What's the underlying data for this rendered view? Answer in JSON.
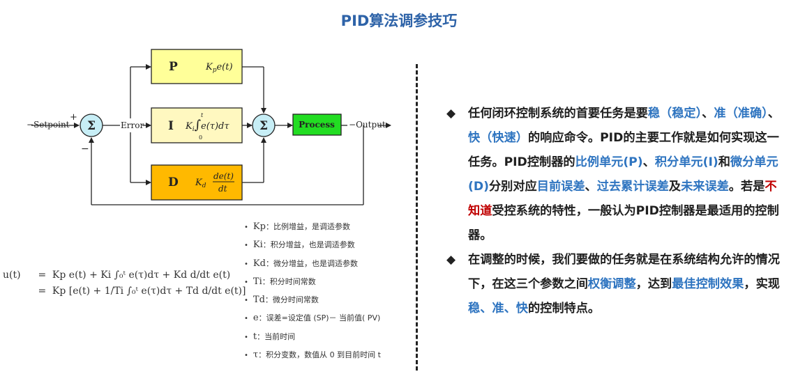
{
  "title": "PID算法调参技巧",
  "diagram": {
    "setpoint": "Setpoint",
    "plus": "+",
    "minus": "−",
    "sigma": "Σ",
    "error": "Error",
    "p": {
      "label": "P",
      "formula": "K"
    },
    "i": {
      "label": "I"
    },
    "d": {
      "label": "D"
    },
    "process": "Process",
    "output": "Output",
    "colors": {
      "p_block": "#ffff99",
      "i_block": "#fff8c0",
      "d_block": "#ffb900",
      "process": "#22dd22",
      "sum": "#c7eef6"
    }
  },
  "formula": {
    "lhs": "u(t)",
    "eq": "=",
    "line1": "Kp e(t) + Ki ∫₀ᵗ e(τ)dτ + Kd d/dt e(t)",
    "line2": "Kp [e(t) + 1/Ti ∫₀ᵗ e(τ)dτ + Td d/dt e(t)]"
  },
  "params": [
    {
      "sym": "Kp",
      "desc": "：比例增益，是调适参数"
    },
    {
      "sym": "Ki",
      "desc": "：积分增益，也是调适参数"
    },
    {
      "sym": "Kd",
      "desc": "：微分增益，也是调适参数"
    },
    {
      "sym": "Ti",
      "desc": "：积分时间常数"
    },
    {
      "sym": "Td",
      "desc": "：微分时间常数"
    },
    {
      "sym": "e",
      "desc": "：误差=设定值 (SP)－ 当前值( PV)"
    },
    {
      "sym": "t",
      "desc": "：当前时间"
    },
    {
      "sym": "τ",
      "desc": "：积分变数，数值从 0 到目前时间 t"
    }
  ],
  "text": {
    "b1": {
      "s1": "任何闭环控制系统的首要任务是要",
      "h1": "稳（稳定）",
      "s2": "、",
      "h2": "准（准确）",
      "s3": "、",
      "h3": "快（快速）",
      "s4": "的响应命令。PID的主要工作就是如何实现这一任务。PID控制器的",
      "h4": "比例单元(P)",
      "s5": "、",
      "h5": "积分单元(I)",
      "s6": "和",
      "h6": "微分单元(D)",
      "s7": "分别对应",
      "h7": "目前误差",
      "s8": "、",
      "h8": "过去累计误差",
      "s9": "及",
      "h9": "未来误差",
      "s10": "。若是",
      "red": "不知道",
      "s11": "受控系统的特性，一般认为PID控制器是最适用的控制器。"
    },
    "b2": {
      "s1": "在调整的时候，我们要做的任务就是在系统结构允许的情况下，在这三个参数之间",
      "h1": "权衡调整",
      "s2": "，达到",
      "h2": "最佳控制效果",
      "s3": "，实现",
      "h3": "稳、准、快",
      "s4": "的控制特点。"
    }
  }
}
